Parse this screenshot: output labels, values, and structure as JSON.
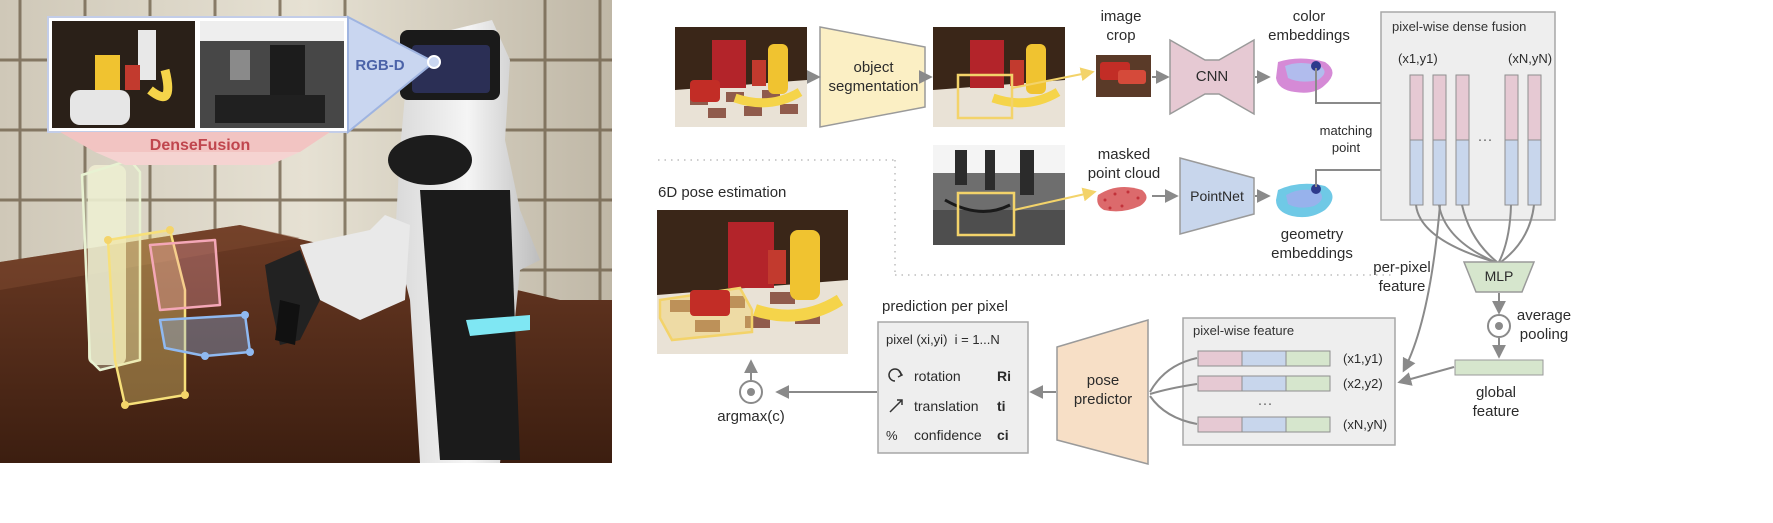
{
  "robot_photo": {
    "rgbd_label": "RGB-D",
    "densefusion_label": "DenseFusion"
  },
  "top_pipeline": {
    "object_segmentation": "object segmentation",
    "image_crop": "image crop",
    "cnn": "CNN",
    "color_embeddings": "color embeddings",
    "masked_point_cloud": "masked point cloud",
    "pointnet": "PointNet",
    "geometry_embeddings": "geometry embeddings",
    "matching_point": "matching point"
  },
  "fusion_panel": {
    "title": "pixel-wise dense fusion",
    "first_label": "(x1,y1)",
    "last_label": "(xN,yN)",
    "ellipsis": "···"
  },
  "mlp_block": {
    "mlp": "MLP",
    "average_pooling": "average pooling",
    "per_pixel_feature": "per-pixel feature",
    "global_feature": "global feature"
  },
  "pixel_feature_panel": {
    "title": "pixel-wise feature",
    "row1": "(x1,y1)",
    "row2": "(x2,y2)",
    "rowN": "(xN,yN)",
    "ellipsis": "···"
  },
  "pose_predictor": "pose predictor",
  "prediction_panel": {
    "title": "prediction per pixel",
    "header": "pixel (xi,yi)  i = 1...N",
    "rows": [
      {
        "label": "rotation",
        "symbol": "Ri"
      },
      {
        "label": "translation",
        "symbol": "ti"
      },
      {
        "label": "confidence",
        "symbol": "ci"
      }
    ]
  },
  "pose_estimation": {
    "title": "6D pose estimation",
    "argmax": "argmax(c)"
  },
  "colors": {
    "pink": "#e6c9d3",
    "blue": "#c8d6ec",
    "green": "#d6e6cd",
    "yellow": "#fbefc4",
    "peach": "#f7dfc6",
    "panel_gray": "#eeeeee",
    "arrow_gray": "#8a8a8a",
    "crop_yellow": "#f3d36a"
  }
}
